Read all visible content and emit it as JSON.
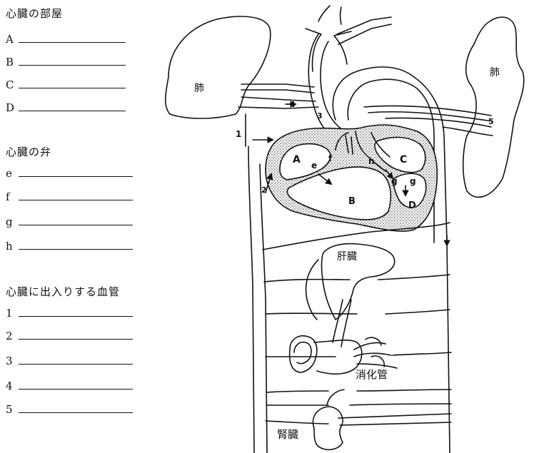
{
  "worksheet": {
    "heart_parts": {
      "title": "心臓の部屋",
      "labels": [
        "A",
        "B",
        "C",
        "D"
      ]
    },
    "valves": {
      "title": "心臓の弁",
      "labels": [
        "e",
        "f",
        "g",
        "h"
      ]
    },
    "vessels": {
      "title": "心臓に出入りする血管",
      "labels": [
        "1",
        "2",
        "3",
        "4",
        "5"
      ]
    }
  },
  "diagram": {
    "organs": {
      "lung_left": "肺",
      "lung_right": "肺",
      "liver": "肝臓",
      "digestive": "消化管",
      "kidney": "腎臓"
    },
    "chambers": {
      "A": "A",
      "B": "B",
      "C": "C",
      "D": "D"
    },
    "valves": {
      "e": "e",
      "f": "f",
      "g": "g",
      "h": "h"
    },
    "vessels": {
      "v1": "1",
      "v2": "2",
      "v3": "3",
      "v4": "4",
      "v5": "5"
    }
  }
}
